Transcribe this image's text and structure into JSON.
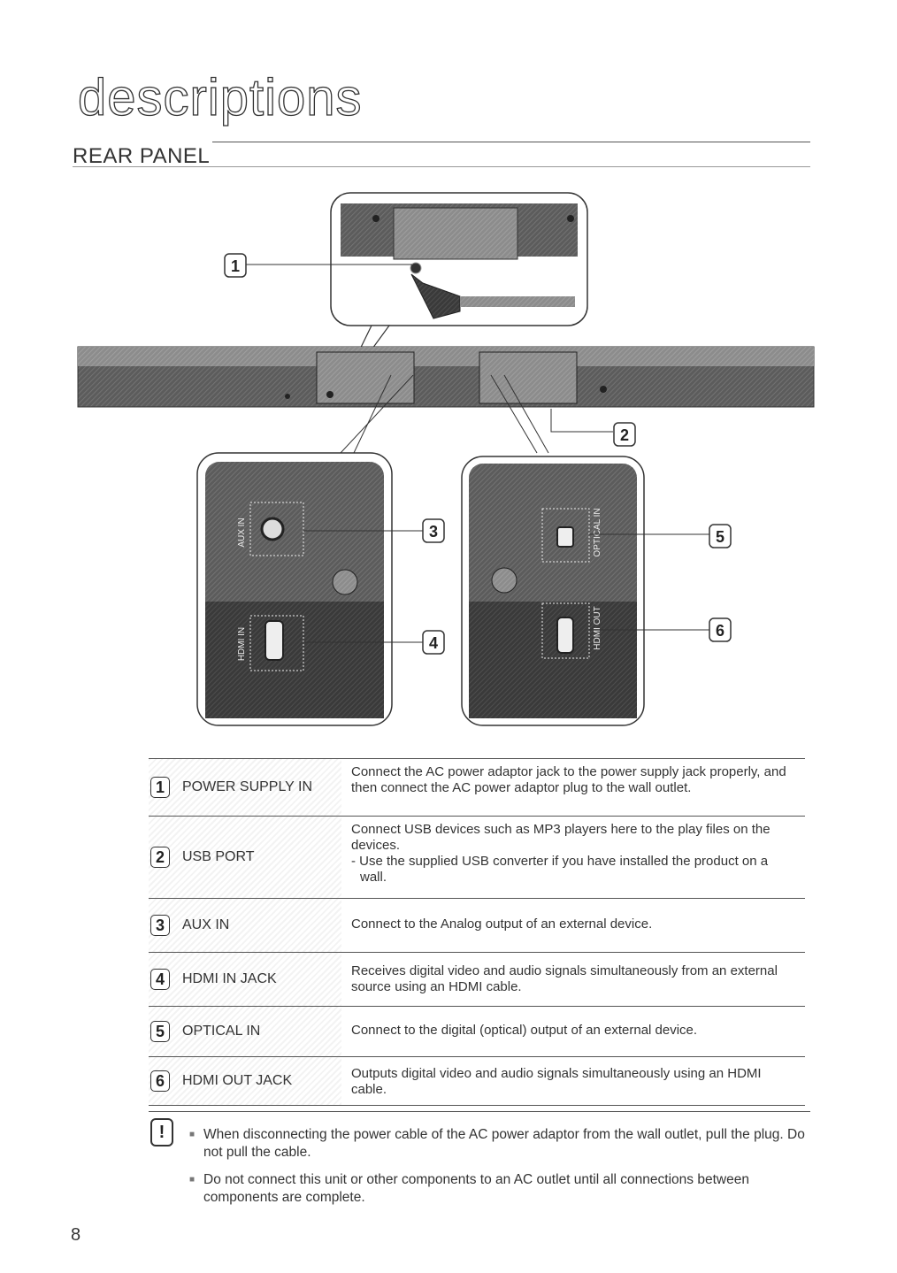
{
  "header": {
    "section_title": "descriptions",
    "sub_title": "REAR PANEL"
  },
  "diagram": {
    "callouts": [
      "1",
      "2",
      "3",
      "4",
      "5",
      "6"
    ],
    "port_labels": {
      "aux_in": "AUX IN",
      "hdmi_in": "HDMI IN",
      "optical_in": "OPTICAL IN",
      "hdmi_out": "HDMI OUT"
    }
  },
  "table": {
    "rows": [
      {
        "num": "1",
        "label": "POWER SUPPLY IN",
        "desc": [
          "Connect the AC power adaptor jack to the power supply jack properly, and then connect the AC power adaptor plug to the wall outlet."
        ]
      },
      {
        "num": "2",
        "label": "USB PORT",
        "desc": [
          "Connect USB devices such as MP3 players here to the play files on the devices.",
          "- Use the supplied USB converter if you have installed the product on a wall."
        ]
      },
      {
        "num": "3",
        "label": "AUX IN",
        "desc": [
          "Connect to the Analog output of an external device."
        ]
      },
      {
        "num": "4",
        "label": "HDMI IN JACK",
        "desc": [
          "Receives digital video and audio signals simultaneously from an external source using an HDMI cable."
        ]
      },
      {
        "num": "5",
        "label": "OPTICAL IN",
        "desc": [
          "Connect to the digital (optical) output of an external device."
        ]
      },
      {
        "num": "6",
        "label": "HDMI OUT JACK",
        "desc": [
          "Outputs digital video and audio signals simultaneously using an HDMI cable."
        ]
      }
    ]
  },
  "notes": {
    "icon": "!",
    "bullet": "■",
    "items": [
      "When disconnecting the power cable of the AC power adaptor from the wall outlet, pull the plug. Do not pull the cable.",
      "Do not connect this unit or other components to an AC outlet until all connections between components are complete."
    ]
  },
  "page_number": "8"
}
